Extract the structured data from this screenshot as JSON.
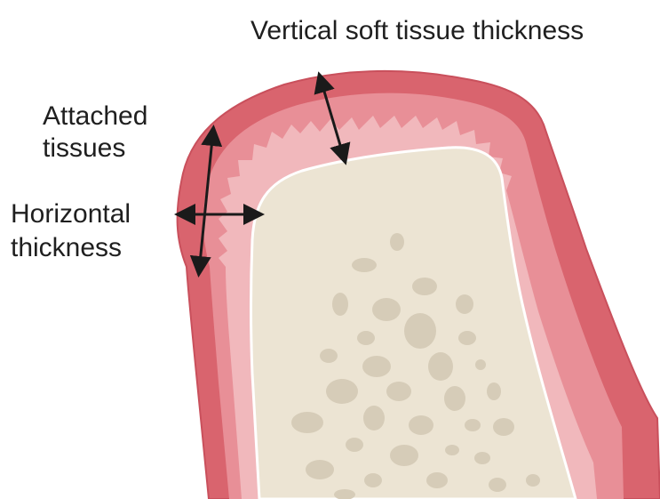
{
  "labels": {
    "vertical": "Vertical soft tissue thickness",
    "attached_line1": "Attached",
    "attached_line2": "tissues",
    "horizontal_line1": "Horizontal",
    "horizontal_line2": "thickness"
  },
  "colors": {
    "gingiva_outer": "#d9646e",
    "gingiva_outer_stroke": "#c9505c",
    "gingiva_inner": "#e88f97",
    "attached_band": "#f1b8bc",
    "bone": "#ece4d3",
    "bone_pores": "#d6ccb8",
    "arrow": "#1a1a1a"
  }
}
